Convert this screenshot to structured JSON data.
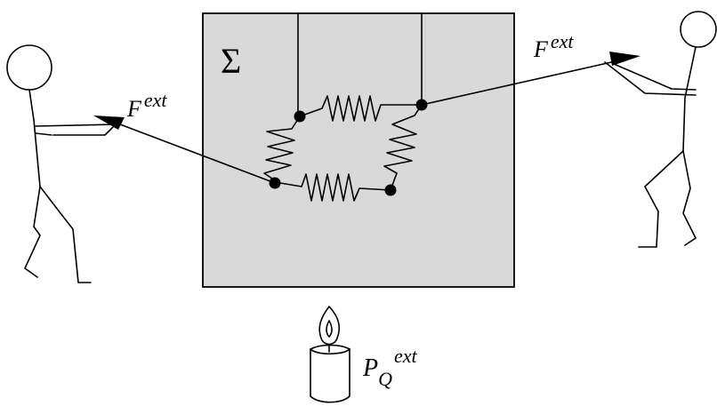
{
  "system": {
    "symbol": "Σ",
    "fill_color": "#d9d9d9",
    "border_color": "#000000"
  },
  "forces": {
    "left": {
      "base": "F",
      "sup": "ext"
    },
    "right": {
      "base": "F",
      "sup": "ext"
    }
  },
  "heat": {
    "base": "P",
    "sub": "Q",
    "sup": "ext"
  },
  "icons": {
    "left_person": "stick-figure-icon",
    "right_person": "stick-figure-icon",
    "heat_source": "candle-icon"
  }
}
